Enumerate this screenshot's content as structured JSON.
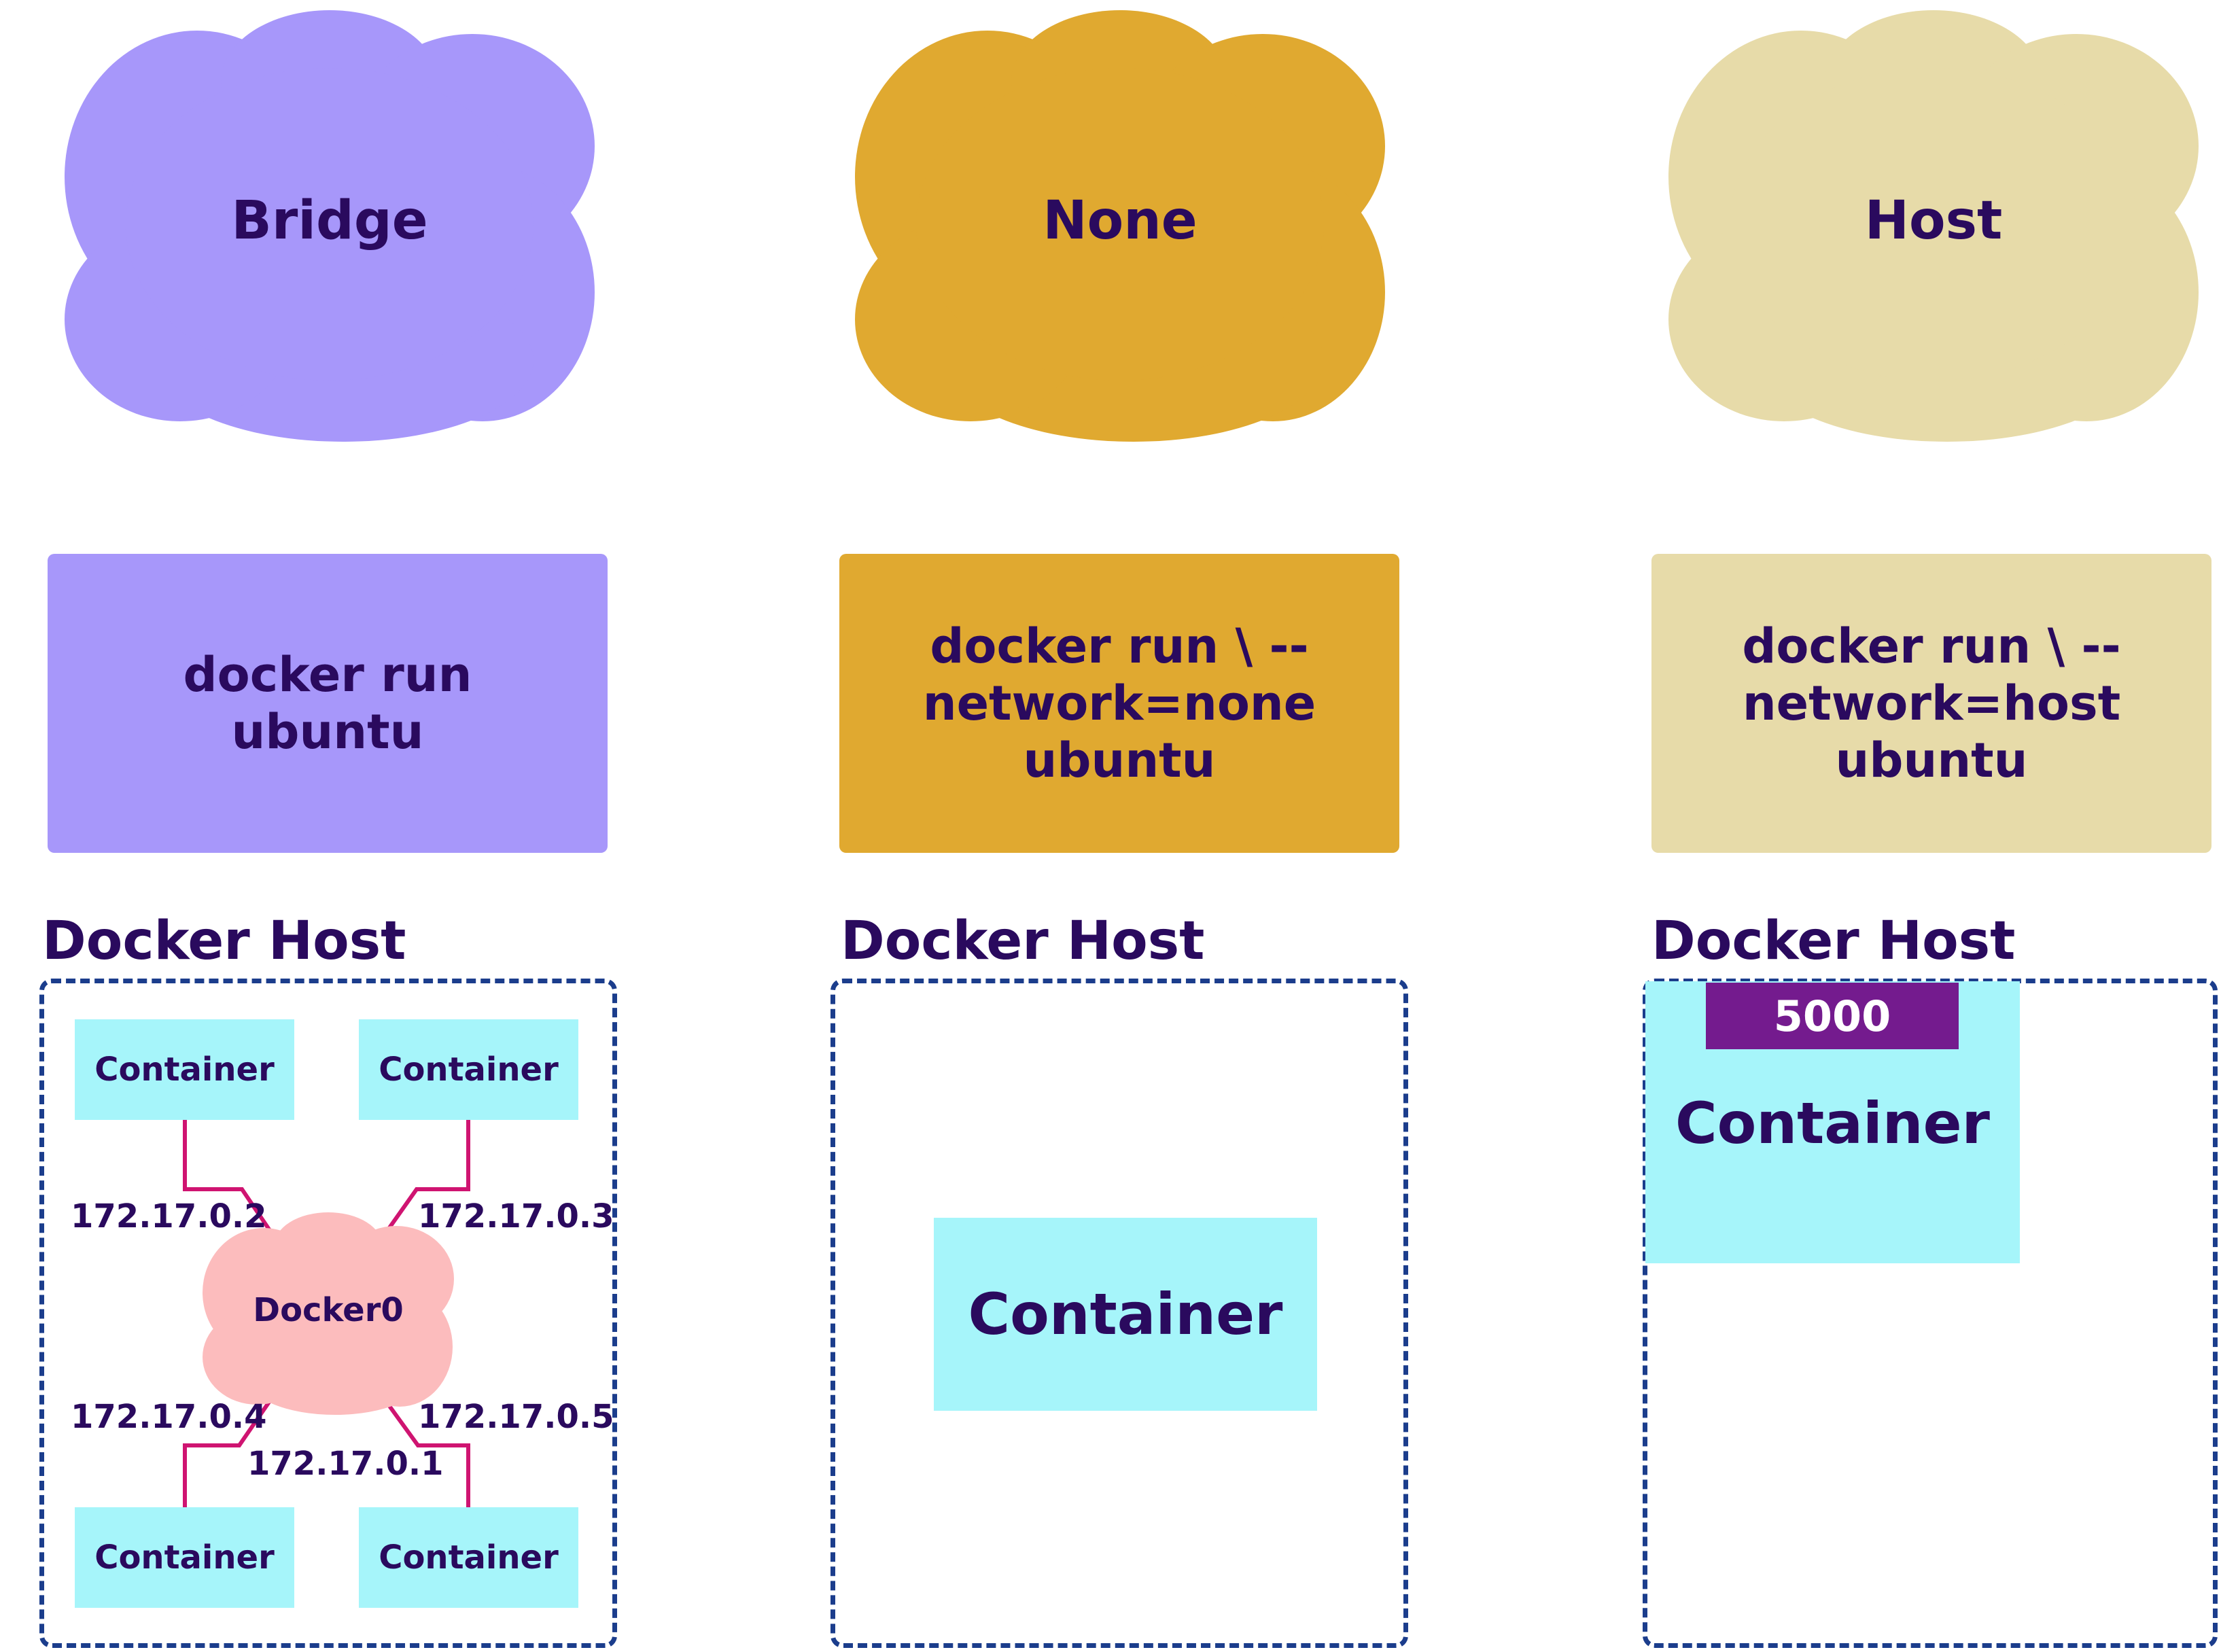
{
  "colors": {
    "bridge": "#a797fa",
    "none": "#e0a930",
    "host": "#e7dba9",
    "container": "#a6f5fa",
    "docker0_cloud": "#fcbcbd",
    "dashed_border": "#1b3d8c",
    "link_line": "#cf1471",
    "port_badge": "#741b8e",
    "text": "#2a0a5e"
  },
  "columns": [
    {
      "network": "Bridge",
      "command_lines": [
        "docker run",
        "ubuntu"
      ],
      "host_title": "Docker Host"
    },
    {
      "network": "None",
      "command_lines": [
        "docker run \\ --",
        "network=none",
        "ubuntu"
      ],
      "host_title": "Docker Host"
    },
    {
      "network": "Host",
      "command_lines": [
        "docker run \\ --",
        "network=host",
        "ubuntu"
      ],
      "host_title": "Docker Host"
    }
  ],
  "bridge_diagram": {
    "docker0_label": "Docker0",
    "containers": [
      "Container",
      "Container",
      "Container",
      "Container"
    ],
    "container_ips": [
      "172.17.0.2",
      "172.17.0.3",
      "172.17.0.4",
      "172.17.0.5"
    ],
    "gateway_ip": "172.17.0.1"
  },
  "none_diagram": {
    "container": "Container"
  },
  "host_diagram": {
    "container": "Container",
    "port": "5000"
  }
}
